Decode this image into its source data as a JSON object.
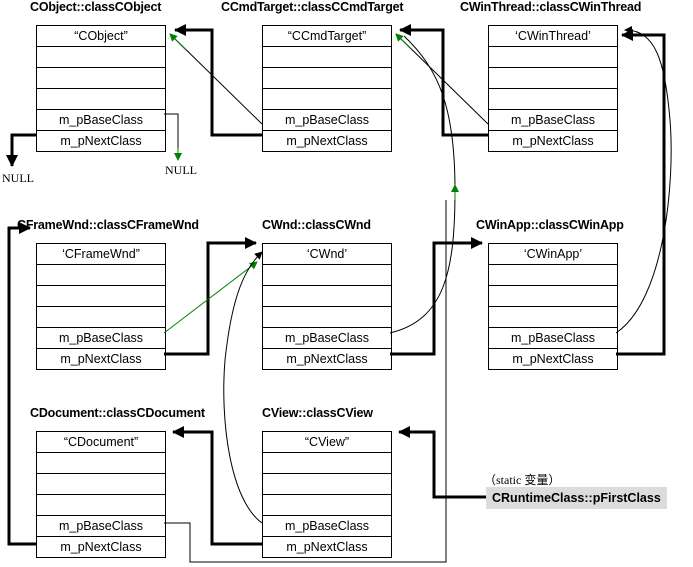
{
  "classes": {
    "cobject": {
      "title": "CObject::classCObject",
      "name": "“CObject”",
      "base": "m_pBaseClass",
      "next": "m_pNextClass"
    },
    "ccmdtarget": {
      "title": "CCmdTarget::classCCmdTarget",
      "name": "“CCmdTarget”",
      "base": "m_pBaseClass",
      "next": "m_pNextClass"
    },
    "cwinthread": {
      "title": "CWinThread::classCWinThread",
      "name": "‘CWinThread’",
      "base": "m_pBaseClass",
      "next": "m_pNextClass"
    },
    "cframewnd": {
      "title": "CFrameWnd::classCFrameWnd",
      "name": "‘CFrameWnd”",
      "base": "m_pBaseClass",
      "next": "m_pNextClass"
    },
    "cwnd": {
      "title": "CWnd::classCWnd",
      "name": "‘CWnd’",
      "base": "m_pBaseClass",
      "next": "m_pNextClass"
    },
    "cwinapp": {
      "title": "CWinApp::classCWinApp",
      "name": "‘CWinApp’",
      "base": "m_pBaseClass",
      "next": "m_pNextClass"
    },
    "cdocument": {
      "title": "CDocument::classCDocument",
      "name": "“CDocument”",
      "base": "m_pBaseClass",
      "next": "m_pNextClass"
    },
    "cview": {
      "title": "CView::classCView",
      "name": "“CView”",
      "base": "m_pBaseClass",
      "next": "m_pNextClass"
    }
  },
  "null_labels": {
    "left": "NULL",
    "right": "NULL"
  },
  "static_label": "（static 变量）",
  "first_class_label": "CRuntimeClass::pFirstClass",
  "colors": {
    "base_arrow": "#008000",
    "line": "#000000",
    "highlight_bg": "#dcdcdc"
  }
}
